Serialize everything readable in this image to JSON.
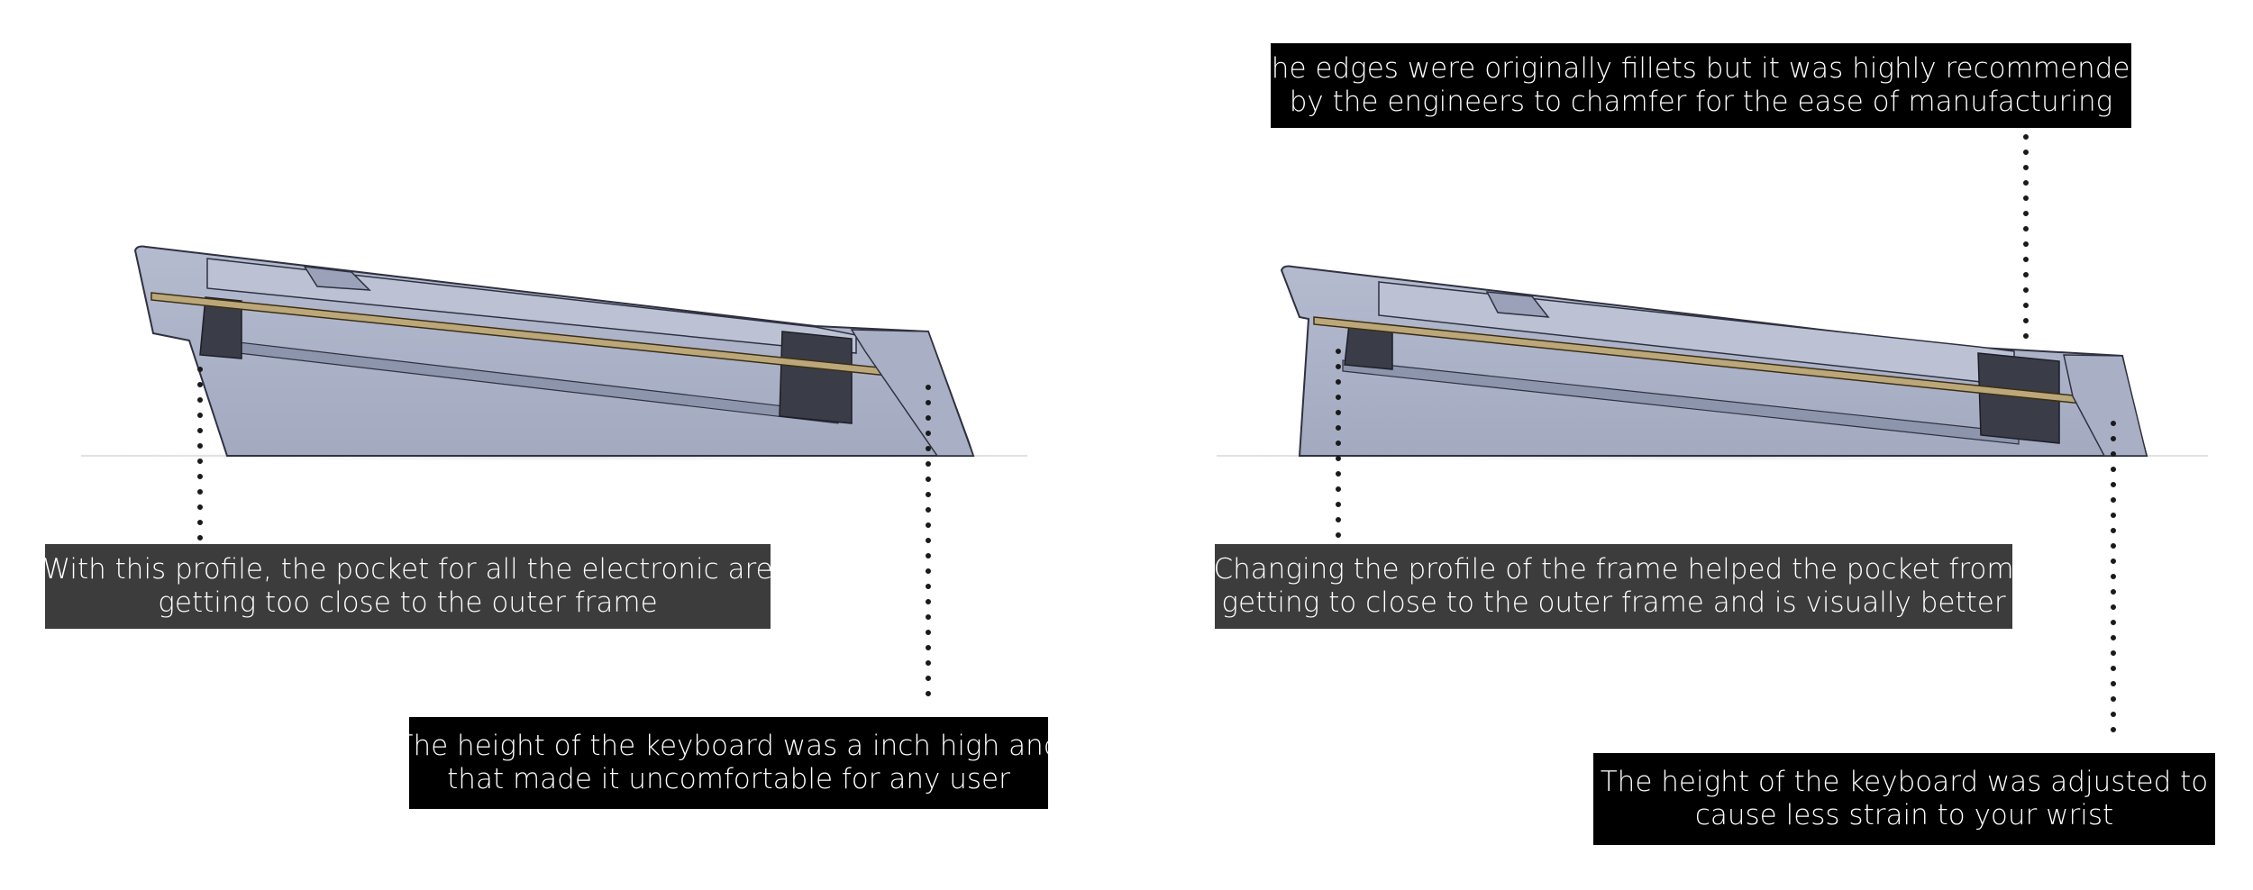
{
  "colors": {
    "frame": "#a8afc4",
    "frame_shadow": "#8a92ab",
    "frame_edge": "#2f3140",
    "pocket": "#3a3c48",
    "pcb": "#bca77a",
    "callout_dark": "#3c3c3c",
    "callout_black": "#000000",
    "leader": "#1a1a1a"
  },
  "left_design": {
    "callout_pocket": {
      "line1": "With this profile, the pocket for all the electronic are",
      "line2": "getting too close to the outer frame"
    },
    "callout_height": {
      "line1": "The height of the keyboard was a inch high and",
      "line2": "that made it uncomfortable for any user"
    }
  },
  "right_design": {
    "callout_edges": {
      "line1": "The edges were originally fillets but it was highly  recommended",
      "line2": "by the engineers to chamfer for the ease of manufacturing"
    },
    "callout_pocket": {
      "line1": "Changing the profile of the frame helped the pocket from",
      "line2": "getting to close to the outer frame and is visually better"
    },
    "callout_height": {
      "line1": "The height of the keyboard was adjusted to",
      "line2": "cause less strain to your wrist"
    }
  }
}
